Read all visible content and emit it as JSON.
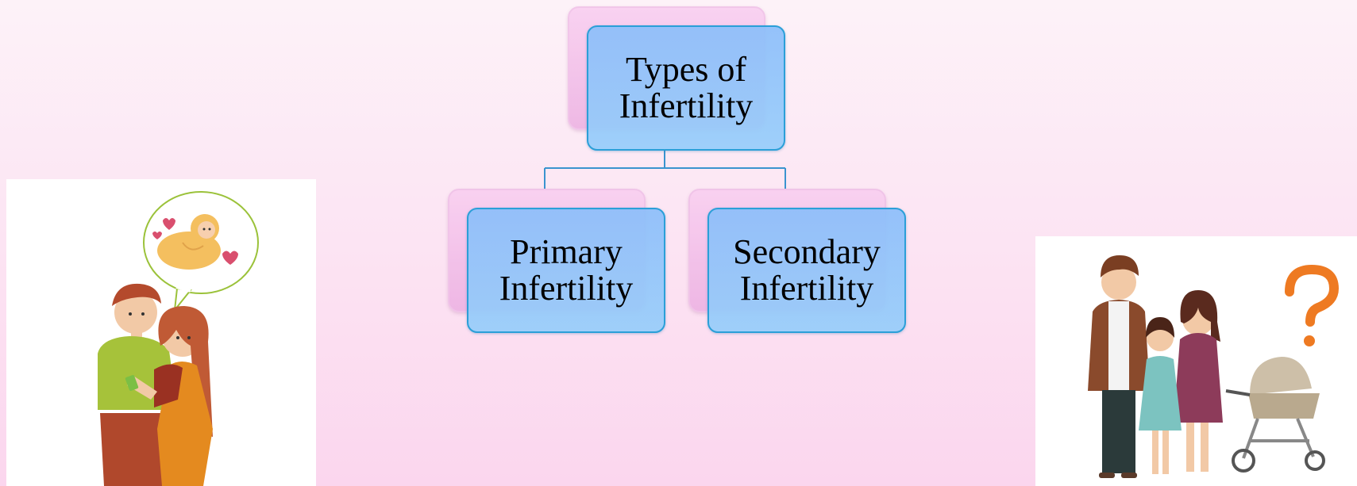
{
  "diagram": {
    "root": {
      "label": "Types of Infertility"
    },
    "children": [
      {
        "label": "Primary Infertility"
      },
      {
        "label": "Secondary Infertility"
      }
    ]
  },
  "colors": {
    "background_top": "#fdf2f8",
    "background_bottom": "#fbd6ee",
    "node_front": "#8cbefa",
    "node_back": "#f9cdf0",
    "node_border": "#2b9fd8",
    "connector": "#3a94cf"
  },
  "illustrations": [
    {
      "name": "worried-couple-thinking-of-baby"
    },
    {
      "name": "family-with-child-and-stroller-question"
    }
  ]
}
